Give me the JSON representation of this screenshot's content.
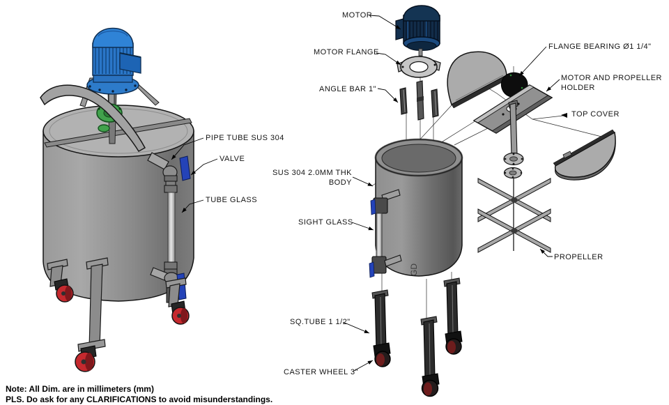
{
  "labels": {
    "motor": "MOTOR",
    "motor_flange": "MOTOR FLANGE",
    "angle_bar": "ANGLE BAR 1\"",
    "flange_bearing": "FLANGE BEARING Ø1 1/4\"",
    "motor_propeller_holder": "MOTOR AND PROPELLER\nHOLDER",
    "top_cover": "TOP COVER",
    "tank_body": "SUS 304 2.0MM THK\nBODY",
    "sight_glass": "SIGHT GLASS",
    "propeller": "PROPELLER",
    "sq_tube": "SQ.TUBE 1 1/2\"",
    "caster_wheel": "CASTER WHEEL 3\"",
    "pipe_tube": "PIPE TUBE SUS 304",
    "valve": "VALVE",
    "tube_glass": "TUBE GLASS"
  },
  "notes": {
    "line1": "Note: All Dim. are in millimeters (mm)",
    "line2": "PLS. Do ask for any CLARIFICATIONS to avoid misunderstandings."
  },
  "body_marking": "GD",
  "colors": {
    "motor_blue": "#2a76c8",
    "exploded_motor_navy": "#122c49",
    "valve_handle_blue": "#2443b8",
    "caster_red": "#c5292e",
    "bearing_green": "#41a24c",
    "steel_light": "#ababab",
    "steel_mid": "#8f8f8f",
    "steel_dark": "#5f5f5f"
  }
}
